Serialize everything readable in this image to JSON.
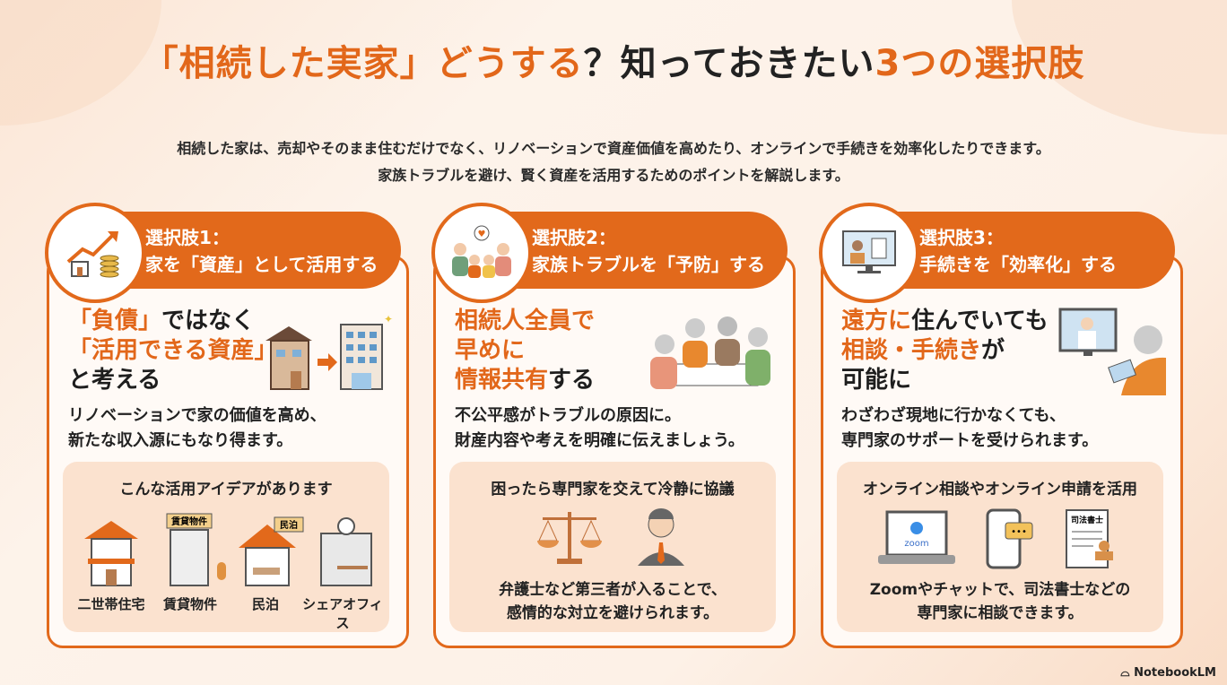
{
  "title": {
    "open": "「相続した実家」どうする",
    "q": "？",
    "mid": "知っておきたい",
    "num": "3",
    "end": "つの選択肢"
  },
  "subtitle": [
    "相続した家は、売却やそのまま住むだけでなく、リノベーションで資産価値を高めたり、オンラインで手続きを効率化したりできます。",
    "家族トラブルを避け、賢く資産を活用するためのポイントを解説します。"
  ],
  "options": [
    {
      "label": "選択肢1：",
      "title": "家を「資産」として活用する",
      "icon": "house-growth-icon",
      "headline": [
        {
          "t": "「負債」",
          "o": true
        },
        {
          "t": "ではなく",
          "o": false
        },
        {
          "t": "「活用できる資産」",
          "o": true
        },
        {
          "t": "と考える",
          "o": false
        }
      ],
      "desc": [
        "リノベーションで家の価値を高め、",
        "新たな収入源にもなり得ます。"
      ],
      "box_title": "こんな活用アイデアがあります",
      "ideas": [
        "二世帯住宅",
        "賃貸物件",
        "民泊",
        "シェアオフィス"
      ],
      "signs": [
        "賃貸物件",
        "民泊"
      ]
    },
    {
      "label": "選択肢2：",
      "title": "家族トラブルを「予防」する",
      "icon": "family-icon",
      "headline": [
        {
          "t": "相続人全員で",
          "o": true
        },
        {
          "t": "早めに",
          "o": true
        },
        {
          "t": "情報共有",
          "o": true
        },
        {
          "t": "する",
          "o": false
        }
      ],
      "desc": [
        "不公平感がトラブルの原因に。",
        "財産内容や考えを明確に伝えましょう。"
      ],
      "box_title": "困ったら専門家を交えて冷静に協議",
      "box_text": [
        "弁護士など第三者が入ることで、",
        "感情的な対立を避けられます。"
      ]
    },
    {
      "label": "選択肢3：",
      "title": "手続きを「効率化」する",
      "icon": "online-monitor-icon",
      "headline": [
        {
          "t": "遠方に",
          "o": true
        },
        {
          "t": "住んでいても",
          "o": false
        },
        {
          "t": "相談・手続き",
          "o": true
        },
        {
          "t": "が",
          "o": false
        },
        {
          "t": "可能に",
          "o": false
        }
      ],
      "desc": [
        "わざわざ現地に行かなくても、",
        "専門家のサポートを受けられます。"
      ],
      "box_title": "オンライン相談やオンライン申請を活用",
      "box_text": [
        "Zoomやチャットで、司法書士などの",
        "専門家に相談できます。"
      ],
      "zoom_label": "zoom",
      "doc_label": "司法書士"
    }
  ],
  "brand": "NotebookLM",
  "colors": {
    "accent": "#e2691b",
    "box": "#fbe2cf",
    "bg": "#fdf1e7"
  }
}
